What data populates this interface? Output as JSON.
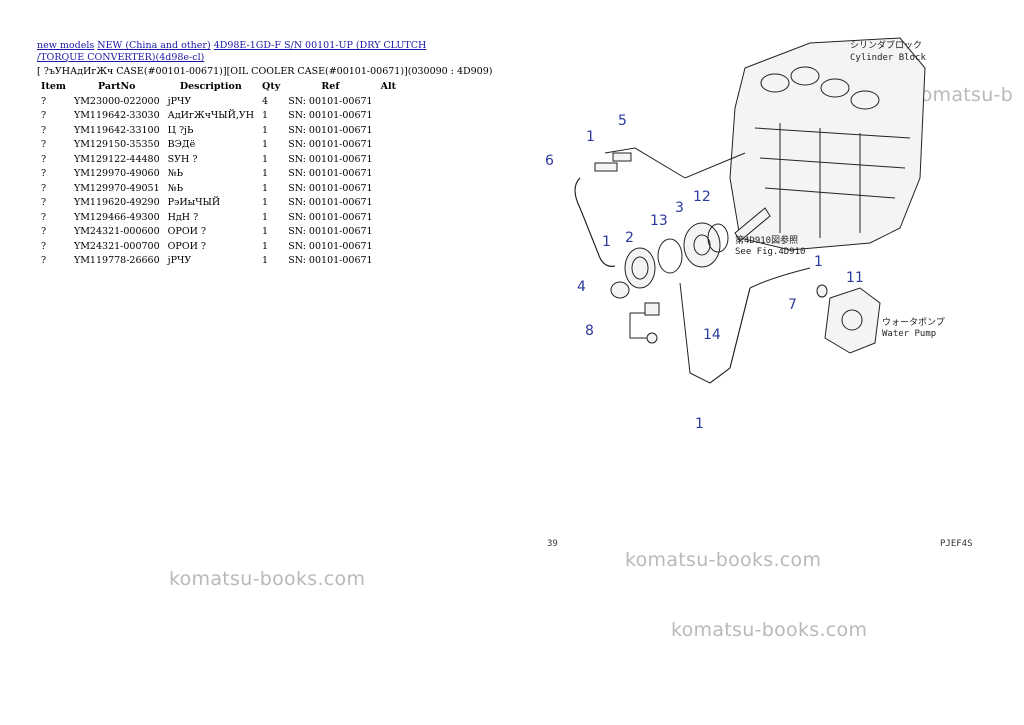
{
  "breadcrumb": {
    "link1": "new models",
    "link2": "NEW (China and other)",
    "link3": "4D98E-1GD-F S/N 00101-UP (DRY CLUTCH /TORQUE CONVERTER)(4d98e-cl)"
  },
  "subtitle": "[ ?ъУНАдИгЖч CASE(#00101-00671)][OIL COOLER CASE(#00101-00671)](030090 : 4D909)",
  "table": {
    "headers": {
      "item": "Item",
      "partno": "PartNo",
      "description": "Description",
      "qty": "Qty",
      "ref": "Ref",
      "alt": "Alt"
    },
    "rows": [
      {
        "item": "?",
        "partno": "YM23000-022000",
        "description": "јРЧУ",
        "qty": "4",
        "ref": "SN: 00101-00671",
        "alt": ""
      },
      {
        "item": "?",
        "partno": "YM119642-33030",
        "description": "АдИгЖчЧЫЙ,УН",
        "qty": "1",
        "ref": "SN: 00101-00671",
        "alt": ""
      },
      {
        "item": "?",
        "partno": "YM119642-33100",
        "description": "Ц ?jЬ",
        "qty": "1",
        "ref": "SN: 00101-00671",
        "alt": ""
      },
      {
        "item": "?",
        "partno": "YM129150-35350",
        "description": "ВЭДё",
        "qty": "1",
        "ref": "SN: 00101-00671",
        "alt": ""
      },
      {
        "item": "?",
        "partno": "YM129122-44480",
        "description": "SУН ?",
        "qty": "1",
        "ref": "SN: 00101-00671",
        "alt": ""
      },
      {
        "item": "?",
        "partno": "YM129970-49060",
        "description": "№Ь",
        "qty": "1",
        "ref": "SN: 00101-00671",
        "alt": ""
      },
      {
        "item": "?",
        "partno": "YM129970-49051",
        "description": "№Ь",
        "qty": "1",
        "ref": "SN: 00101-00671",
        "alt": ""
      },
      {
        "item": "?",
        "partno": "YM119620-49290",
        "description": "РэИыЧЫЙ",
        "qty": "1",
        "ref": "SN: 00101-00671",
        "alt": ""
      },
      {
        "item": "?",
        "partno": "YM129466-49300",
        "description": "НдН ?",
        "qty": "1",
        "ref": "SN: 00101-00671",
        "alt": ""
      },
      {
        "item": "?",
        "partno": "YM24321-000600",
        "description": "ОРОИ ?",
        "qty": "1",
        "ref": "SN: 00101-00671",
        "alt": ""
      },
      {
        "item": "?",
        "partno": "YM24321-000700",
        "description": "ОРОИ ?",
        "qty": "1",
        "ref": "SN: 00101-00671",
        "alt": ""
      },
      {
        "item": "?",
        "partno": "YM119778-26660",
        "description": "јРЧУ",
        "qty": "1",
        "ref": "SN: 00101-00671",
        "alt": ""
      }
    ]
  },
  "watermarks": {
    "left": "komatsu-books.com",
    "center": "komatsu-books.com",
    "bottom": "komatsu-books.com",
    "topright": "komatsu-b"
  },
  "diagram": {
    "label_block_jp": "シリンダブロック",
    "label_block_en": "Cylinder Block",
    "label_see_jp": "第4D910図参照",
    "label_see_en": "See Fig.4D910",
    "label_pump_jp": "ウォータポンプ",
    "label_pump_en": "Water Pump",
    "callouts": [
      "1",
      "5",
      "6",
      "12",
      "3",
      "13",
      "2",
      "1",
      "4",
      "8",
      "14",
      "7",
      "1",
      "11",
      "1"
    ],
    "page_left": "39",
    "page_right": "PJEF4S"
  }
}
